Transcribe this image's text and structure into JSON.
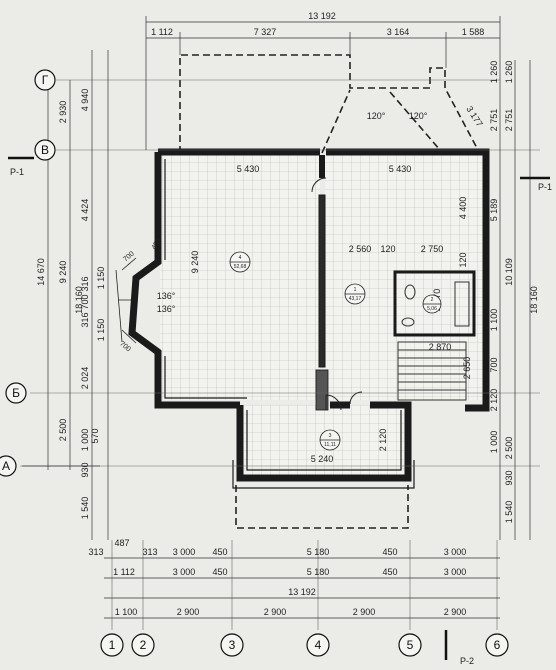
{
  "axes": {
    "letters": [
      "Г",
      "В",
      "Б",
      "А"
    ],
    "numbers": [
      "1",
      "2",
      "3",
      "4",
      "5",
      "6"
    ]
  },
  "section_marks": {
    "left": "Р-1",
    "right": "Р-1",
    "bottom": "Р-2"
  },
  "dims_top": {
    "overall": "13 192",
    "seg1": "1 112",
    "seg2": "7 327",
    "seg3": "3 164",
    "seg4": "1 588"
  },
  "dims_bottom": {
    "row1": [
      "313",
      "487",
      "313",
      "3 000",
      "450",
      "5 180",
      "450",
      "3 000"
    ],
    "row2": [
      "1 112",
      "3 000",
      "450",
      "5 180",
      "450",
      "3 000"
    ],
    "overall": "13 192",
    "row4": [
      "1 100",
      "2 900",
      "2 900",
      "2 900",
      "2 900"
    ]
  },
  "dims_left": {
    "outer": "18 160",
    "d14670": "14 670",
    "d9240": "9 240",
    "d4940": "4 940",
    "d2930": "2 930",
    "d4424": "4 424",
    "d316a": "316",
    "d700": "700",
    "d316b": "316",
    "d1150a": "1 150",
    "d1150b": "1 150",
    "d2024": "2 024",
    "d2500": "2 500",
    "d1000": "1 000",
    "d570": "570",
    "d930": "930",
    "d1540": "1 540"
  },
  "dims_right": {
    "d1260": "1 260",
    "d1260b": "1 260",
    "d2751a": "2 751",
    "d2751b": "2 751",
    "d3177": "3 177",
    "d5189": "5 189",
    "d10109": "10 109",
    "d18160": "18 160",
    "d1100": "1 100",
    "d700": "700",
    "d2120": "2 120",
    "d1000": "1 000",
    "d2500": "2 500",
    "d930": "930",
    "d1540": "1 540"
  },
  "interior": {
    "w5430_left": "5 430",
    "w5430_right": "5 430",
    "d9240": "9 240",
    "d4400": "4 400",
    "d2560": "2 560",
    "d120a": "120",
    "d2750": "2 750",
    "d120b": "120",
    "d2070": "2 070",
    "d2870": "2 870",
    "d2650": "2 650",
    "d5240": "5 240",
    "d2120": "2 120",
    "angle_bay1": "136°",
    "angle_bay2": "136°",
    "angle_left": "120°",
    "angle_right": "120°",
    "bay_dim1": "450",
    "bay_dim2": "700",
    "bay_dim3": "700"
  },
  "rooms": {
    "r1_num": "1",
    "r1_area": "43,17",
    "r2_num": "2",
    "r2_area": "5,06",
    "r3_num": "3",
    "r3_area": "11,11",
    "r4_num": "4",
    "r4_area": "52,68"
  }
}
